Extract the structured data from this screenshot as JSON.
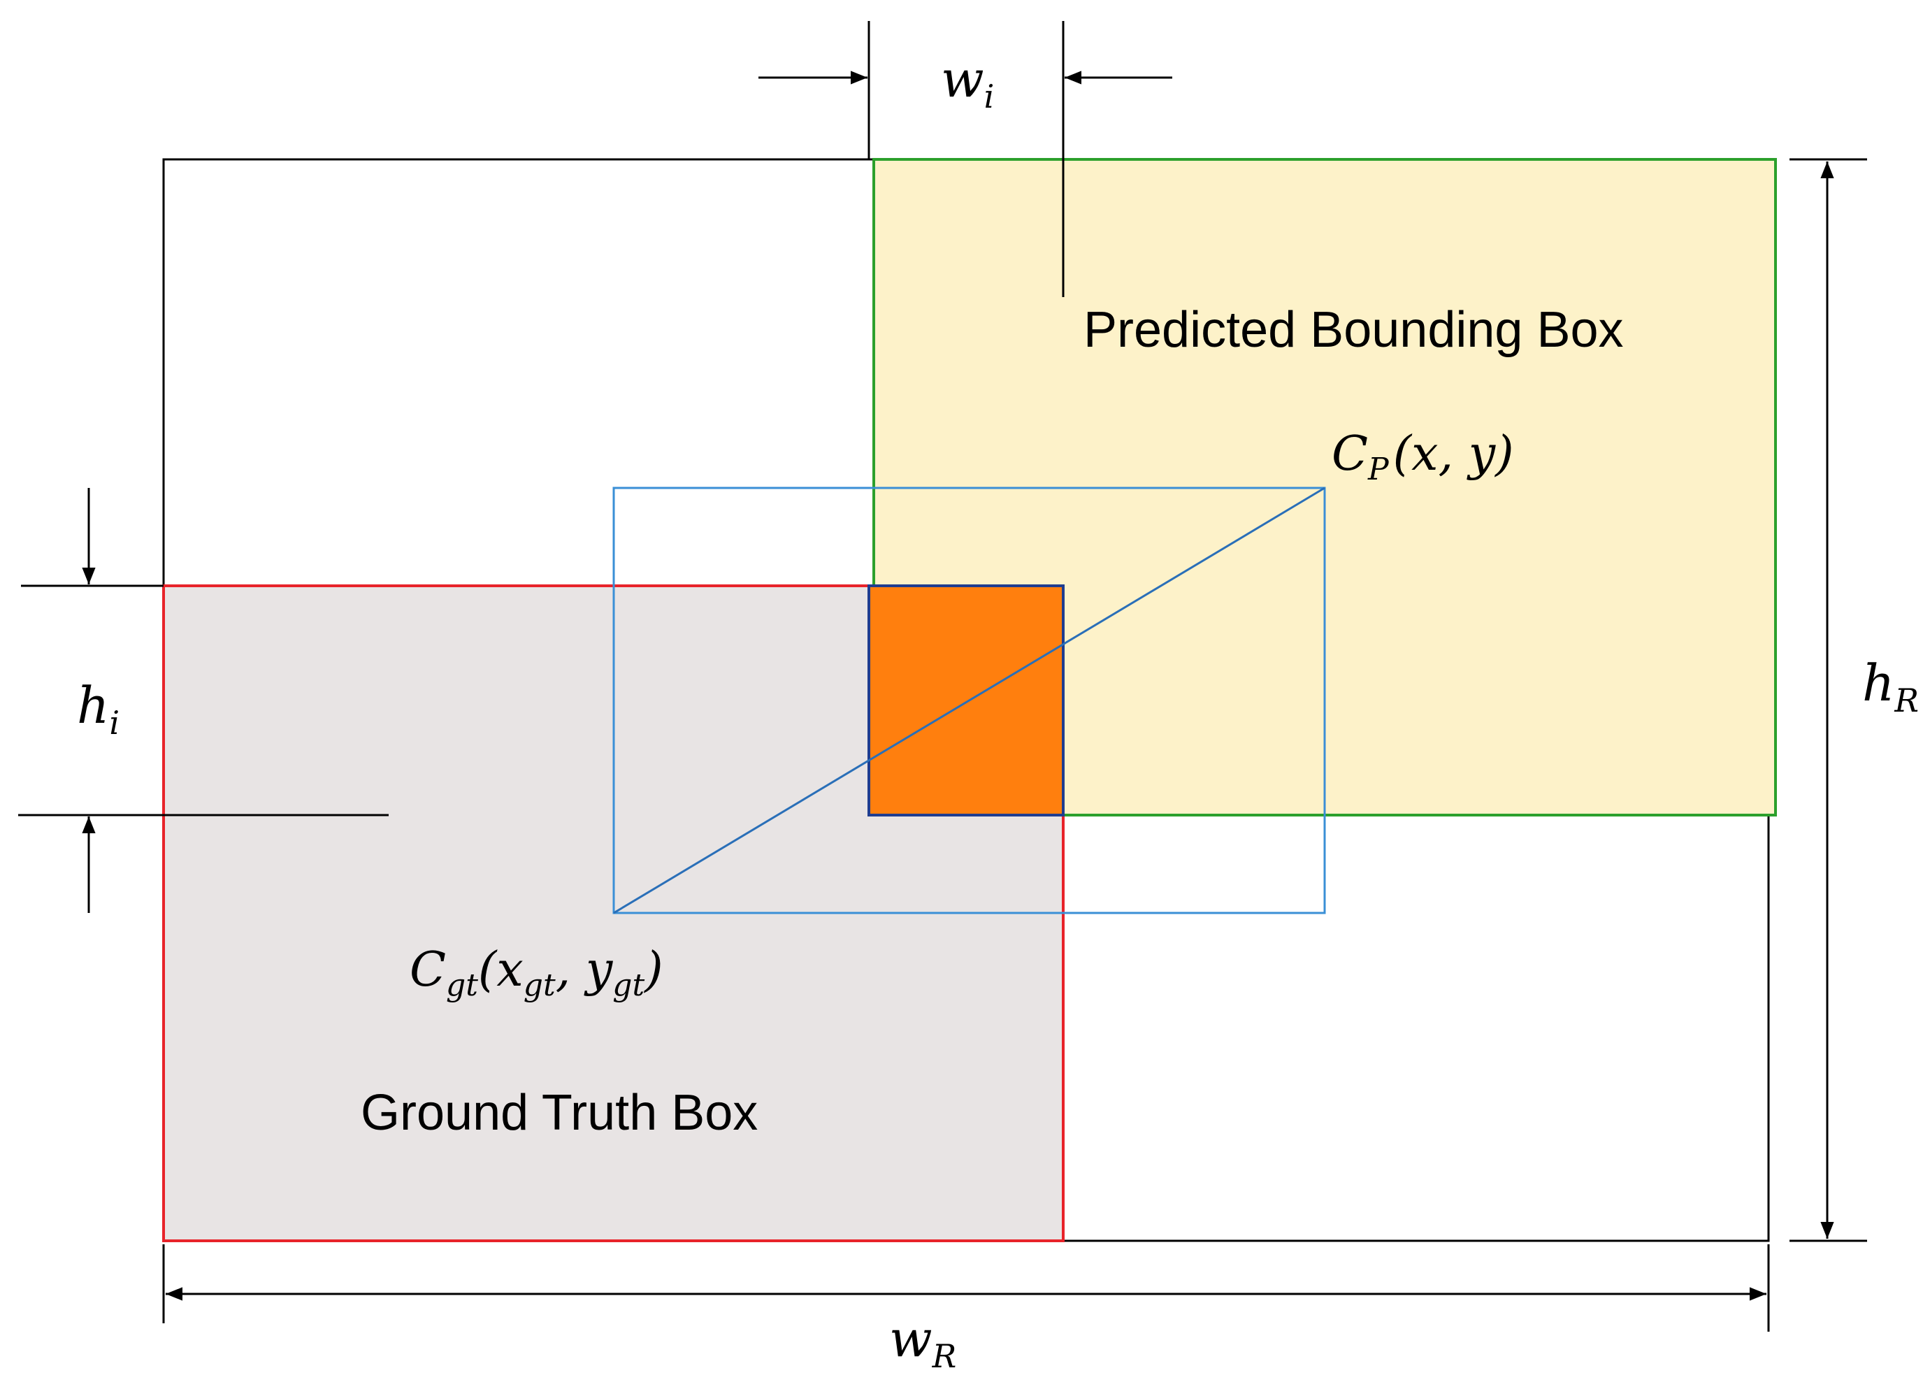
{
  "labels": {
    "predicted_box": "Predicted Bounding Box",
    "ground_truth_box": "Ground Truth Box",
    "predicted_center": {
      "main": "C",
      "sub": "P",
      "args": "(x, y)"
    },
    "gt_center": {
      "main": "C",
      "sub": "gt",
      "args_open": "(x",
      "args_mid": ", y",
      "args_close": ")"
    },
    "w_i": {
      "main": "w",
      "sub": "i"
    },
    "h_i": {
      "main": "h",
      "sub": "i"
    },
    "w_R": {
      "main": "w",
      "sub": "R"
    },
    "h_R": {
      "main": "h",
      "sub": "R"
    }
  },
  "colors": {
    "enclosing_box": "#000000",
    "predicted_stroke": "#2ca02c",
    "predicted_fill": "#fdf2c9",
    "ground_truth_stroke": "#e8232a",
    "ground_truth_fill": "#e8e4e4",
    "intersection_fill": "#ff7f0e",
    "intersection_stroke": "#1f3d8f",
    "center_box_stroke": "#3a8fd6"
  }
}
